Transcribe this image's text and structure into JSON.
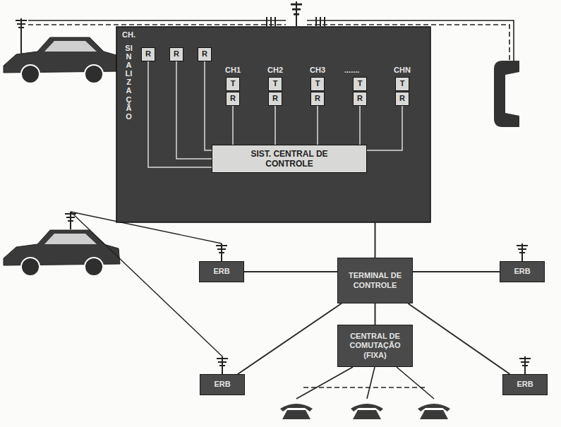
{
  "diagram": {
    "nodes": [
      {
        "text": [
          "CH.",
          "SINALIZAÇÃO"
        ]
      },
      {
        "text": [
          "R"
        ],
        "in": 0
      },
      {
        "text": [
          "R"
        ],
        "in": 0
      },
      {
        "text": [
          "R"
        ],
        "in": 0
      },
      {
        "text": [
          "CH1",
          "T"
        ],
        "in": 0
      },
      {
        "text": [
          "R"
        ],
        "in": 0
      },
      {
        "text": [
          "CH2",
          "T"
        ],
        "in": 0
      },
      {
        "text": [
          "R"
        ],
        "in": 0
      },
      {
        "text": [
          "CH3",
          "T"
        ],
        "in": 0
      },
      {
        "text": [
          "R"
        ],
        "in": 0
      },
      {
        "text": [
          "T"
        ],
        "in": 0
      },
      {
        "text": [
          "R"
        ],
        "in": 0
      },
      {
        "text": [
          "CHN",
          "T"
        ],
        "in": 0
      },
      {
        "text": [
          "R"
        ],
        "in": 0
      },
      {
        "text": [
          "SIST. CENTRAL DE CONTROLE"
        ],
        "in": 0
      },
      {
        "text": [
          "ERB"
        ]
      },
      {
        "text": [
          "TERMINAL DE CONTROLE"
        ]
      },
      {
        "text": [
          "ERB"
        ]
      },
      {
        "text": [
          "CENTRAL DE COMUTAÇÃO (FIXA)"
        ]
      },
      {
        "text": [
          "ERB"
        ]
      },
      {
        "text": [
          "ERB"
        ]
      }
    ],
    "edges": [
      {
        "from": 1,
        "to": 14,
        "arrow": "none"
      },
      {
        "from": 2,
        "to": 14,
        "arrow": "none"
      },
      {
        "from": 3,
        "to": 14,
        "arrow": "none"
      },
      {
        "from": 5,
        "to": 14,
        "arrow": "none"
      },
      {
        "from": 7,
        "to": 14,
        "arrow": "none"
      },
      {
        "from": 9,
        "to": 14,
        "arrow": "none"
      },
      {
        "from": 11,
        "to": 14,
        "arrow": "none"
      },
      {
        "from": 13,
        "to": 14,
        "arrow": "none"
      },
      {
        "from": 0,
        "to": 16,
        "arrow": "none"
      },
      {
        "from": 16,
        "to": 15,
        "arrow": "none"
      },
      {
        "from": 16,
        "to": 17,
        "arrow": "none"
      },
      {
        "from": 16,
        "to": 18,
        "arrow": "none"
      },
      {
        "from": 16,
        "to": 19,
        "arrow": "none"
      },
      {
        "from": 16,
        "to": 20,
        "arrow": "none"
      }
    ],
    "labels": [
      "......."
    ]
  }
}
